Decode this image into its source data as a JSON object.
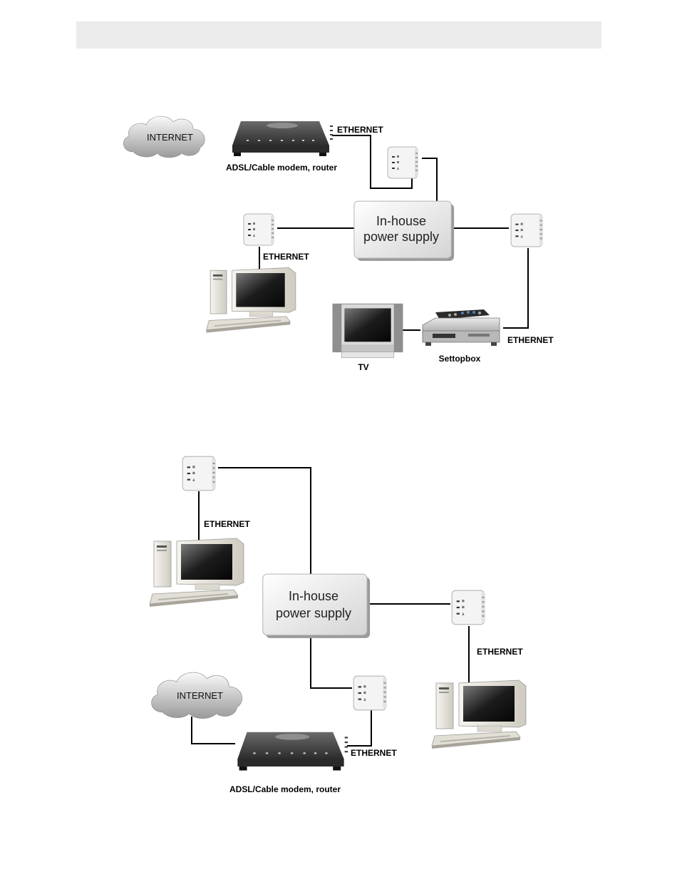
{
  "diagram1": {
    "internet": "INTERNET",
    "modem_label": "ADSL/Cable modem, router",
    "ethernet_modem": "ETHERNET",
    "power_line1": "In-house",
    "power_line2": "power supply",
    "ethernet_pc": "ETHERNET",
    "ethernet_stb": "ETHERNET",
    "tv_label": "TV",
    "stb_label": "Settopbox"
  },
  "diagram2": {
    "ethernet_pc1": "ETHERNET",
    "power_line1": "In-house",
    "power_line2": "power supply",
    "ethernet_pc2": "ETHERNET",
    "internet": "INTERNET",
    "ethernet_modem": "ETHERNET",
    "modem_label": "ADSL/Cable modem, router"
  },
  "adapter_leds": [
    "⊡",
    "⊠",
    "⚠"
  ]
}
